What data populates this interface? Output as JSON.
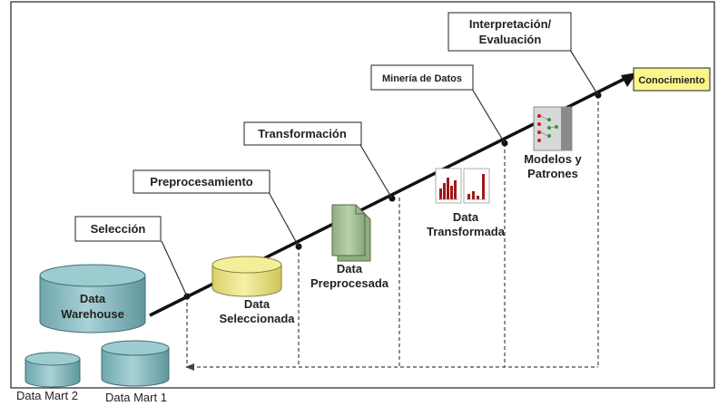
{
  "stages": {
    "seleccion": "Selección",
    "preprocesamiento": "Preprocesamiento",
    "transformacion": "Transformación",
    "mineria": "Minería de Datos",
    "interpretacion_line1": "Interpretación/",
    "interpretacion_line2": "Evaluación",
    "conocimiento": "Conocimiento"
  },
  "sources": {
    "data_warehouse_line1": "Data",
    "data_warehouse_line2": "Warehouse",
    "data_mart_2": "Data Mart 2",
    "data_mart_1": "Data Mart 1"
  },
  "artifacts": {
    "seleccionada_line1": "Data",
    "seleccionada_line2": "Seleccionada",
    "preprocesada_line1": "Data",
    "preprocesada_line2": "Preprocesada",
    "transformada_line1": "Data",
    "transformada_line2": "Transformada",
    "modelos_line1": "Modelos y",
    "modelos_line2": "Patrones"
  },
  "colors": {
    "cylinder_teal": "#8fc0c6",
    "cylinder_yellow": "#f3ee9a",
    "document_green": "#a9c39a",
    "knowledge_yellow": "#fbf58a",
    "arrow": "#111111",
    "bar_red": "#a01818"
  }
}
